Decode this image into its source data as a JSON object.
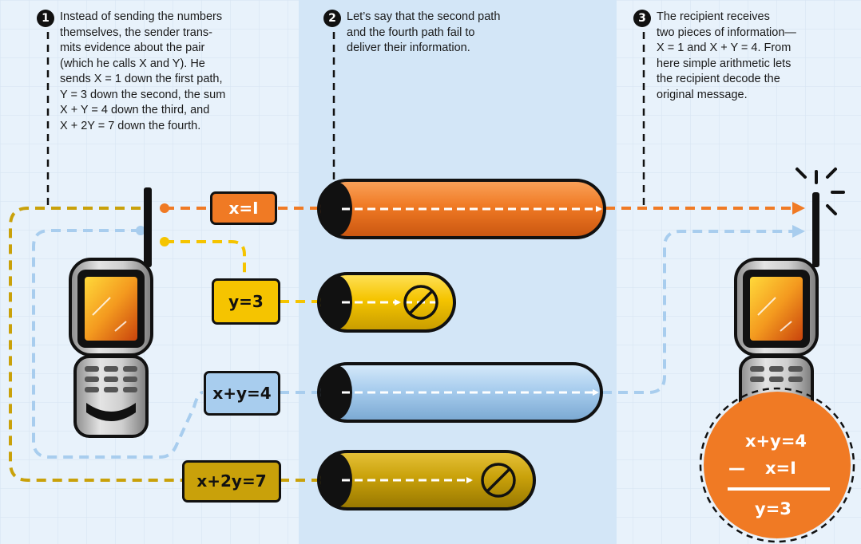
{
  "steps": [
    {
      "number": "1",
      "lines": [
        "Instead of sending the numbers",
        "themselves, the sender trans-",
        "mits evidence about the pair",
        "(which he calls X and Y). He",
        "sends X = 1 down the first path,",
        "Y = 3 down the second, the sum",
        "X + Y = 4 down the third, and",
        "X + 2Y = 7 down the fourth."
      ]
    },
    {
      "number": "2",
      "lines": [
        "Let’s say that the second path",
        "and the fourth path fail to",
        "deliver their information."
      ]
    },
    {
      "number": "3",
      "lines": [
        "The recipient receives",
        "two pieces of information—",
        "X = 1 and X + Y = 4. From",
        "here simple arithmetic lets",
        "the recipient decode the",
        "original message."
      ]
    }
  ],
  "paths": [
    {
      "label": "x=I",
      "status": "delivered",
      "color": "#f07a24"
    },
    {
      "label": "y=3",
      "status": "failed",
      "color": "#f5c400"
    },
    {
      "label": "x+y=4",
      "status": "delivered",
      "color": "#a8cdee"
    },
    {
      "label": "x+2y=7",
      "status": "failed",
      "color": "#c9a10a"
    }
  ],
  "calculation": {
    "line1": "x+y=4",
    "minus": "—",
    "line2": "x=I",
    "result": "y=3"
  },
  "colors": {
    "background": "#e8f2fb",
    "middle_band": "#d3e6f7",
    "orange": "#f07a24",
    "yellow": "#f5c400",
    "light_blue": "#a8cdee",
    "gold": "#c9a10a",
    "outline": "#111111"
  },
  "icons": {
    "sender": "cell-phone-icon",
    "receiver": "cell-phone-icon",
    "failure": "prohibited-icon",
    "signal": "signal-burst-icon"
  }
}
